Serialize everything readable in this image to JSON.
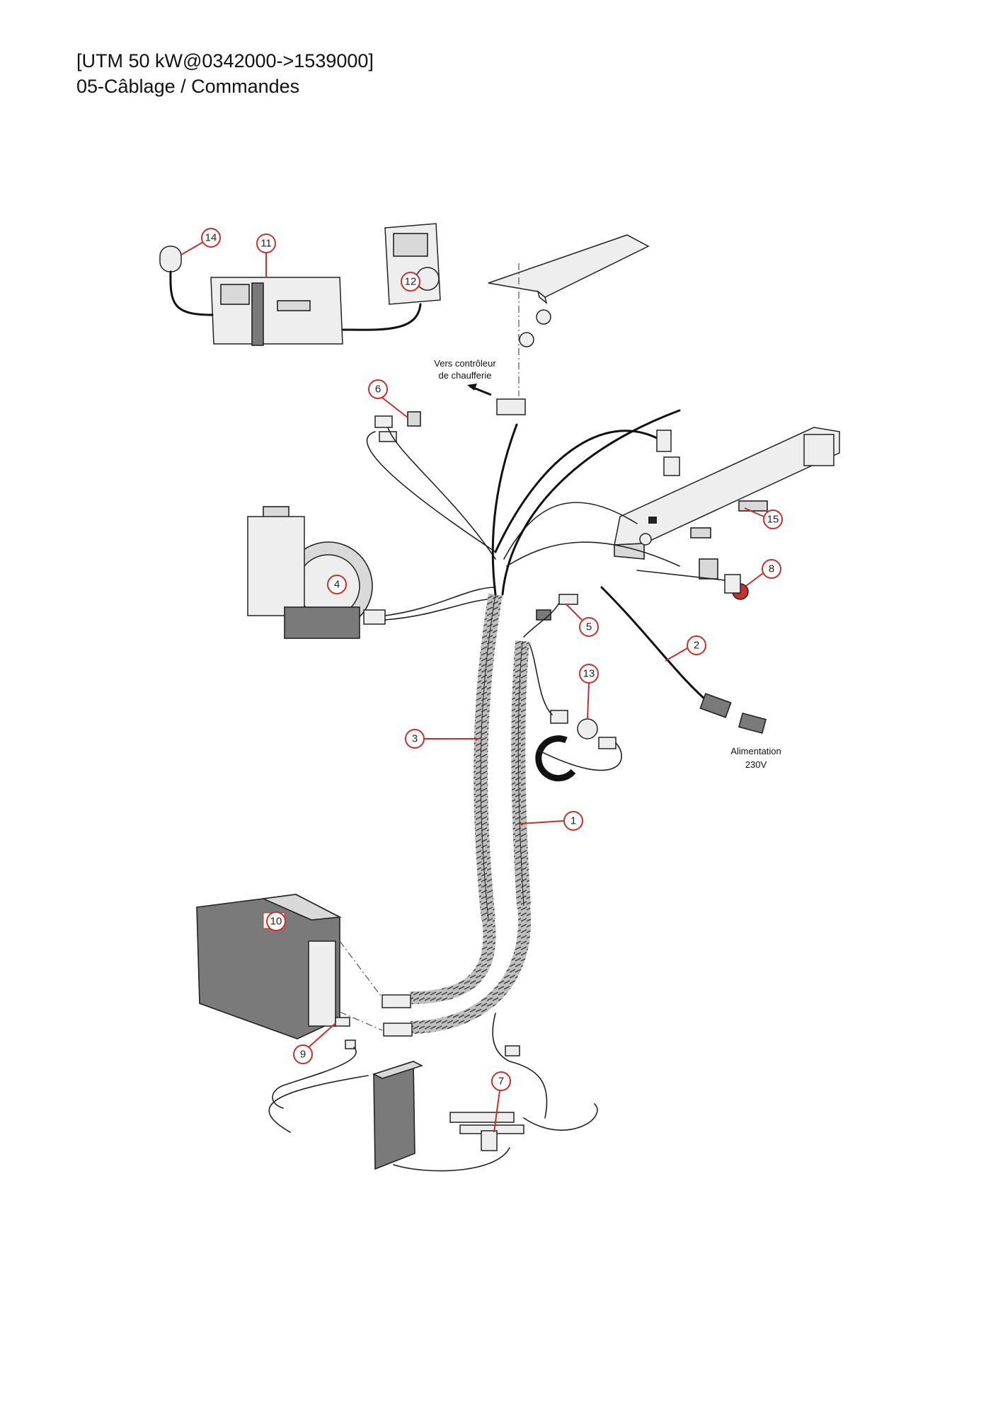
{
  "header": {
    "line1": "[UTM 50 kW@0342000->1539000]",
    "line2": "05-Câblage / Commandes"
  },
  "labels": {
    "boiler_controller_line1": "Vers contrôleur",
    "boiler_controller_line2": "de chaufferie",
    "power_line1": "Alimentation",
    "power_line2": "230V"
  },
  "callouts": [
    "1",
    "2",
    "3",
    "4",
    "5",
    "6",
    "7",
    "8",
    "9",
    "10",
    "11",
    "12",
    "13",
    "14",
    "15"
  ],
  "colors": {
    "callout": "#c9302c",
    "wire": "#111111",
    "component": "#d9d9d9"
  }
}
